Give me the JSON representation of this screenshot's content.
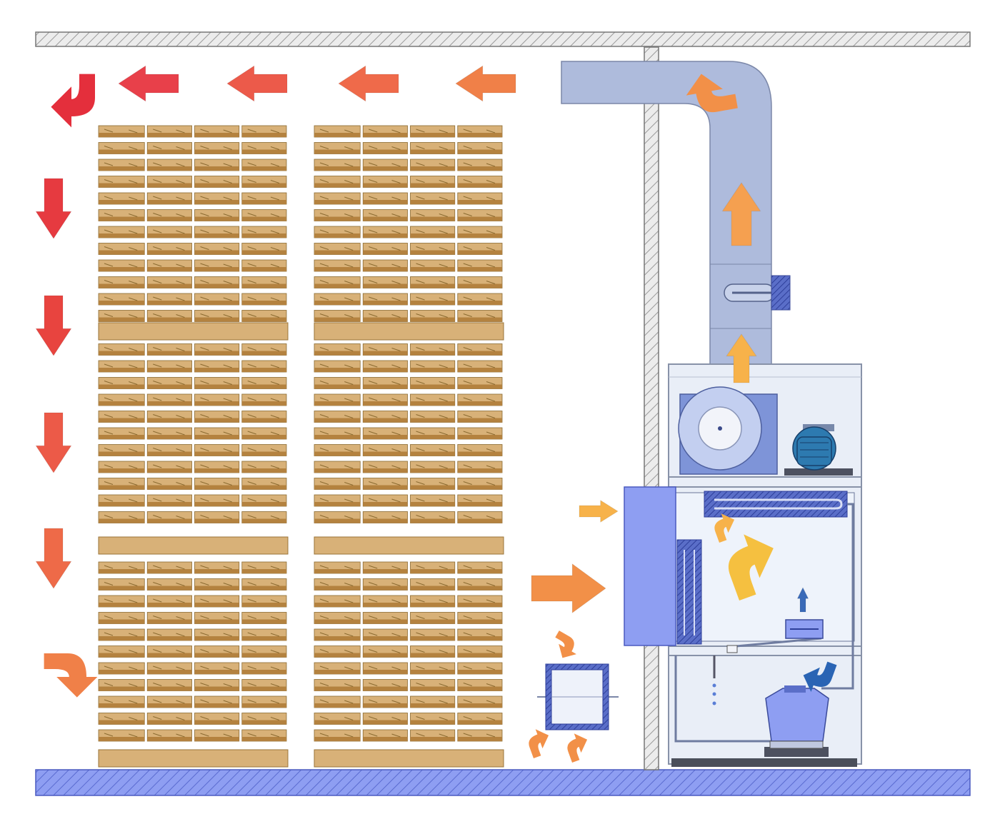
{
  "diagram": {
    "type": "timber-drying-kiln-dehumidifier",
    "colors": {
      "hot_red": "#e0303a",
      "warm_orange": "#f0804a",
      "light_orange": "#f5a050",
      "yellow": "#f5c040",
      "cool_blue": "#2f6fbf",
      "duct": "#a9b8d9",
      "panel": "#8e9ef2",
      "floor": "#8e9ef2",
      "wood_light": "#d8b178",
      "wood_dark": "#b4823f",
      "cabinet": "#e9eef7"
    },
    "arrows_top_row": 5,
    "arrows_left_column": 6,
    "lumber_stacks": 2,
    "boards_per_row": 4,
    "icons": [
      "fan-icon",
      "motor-icon",
      "compressor-icon",
      "condenser-coil-icon",
      "evaporator-coil-icon",
      "heater-coil-icon",
      "auxiliary-fan-icon"
    ]
  }
}
